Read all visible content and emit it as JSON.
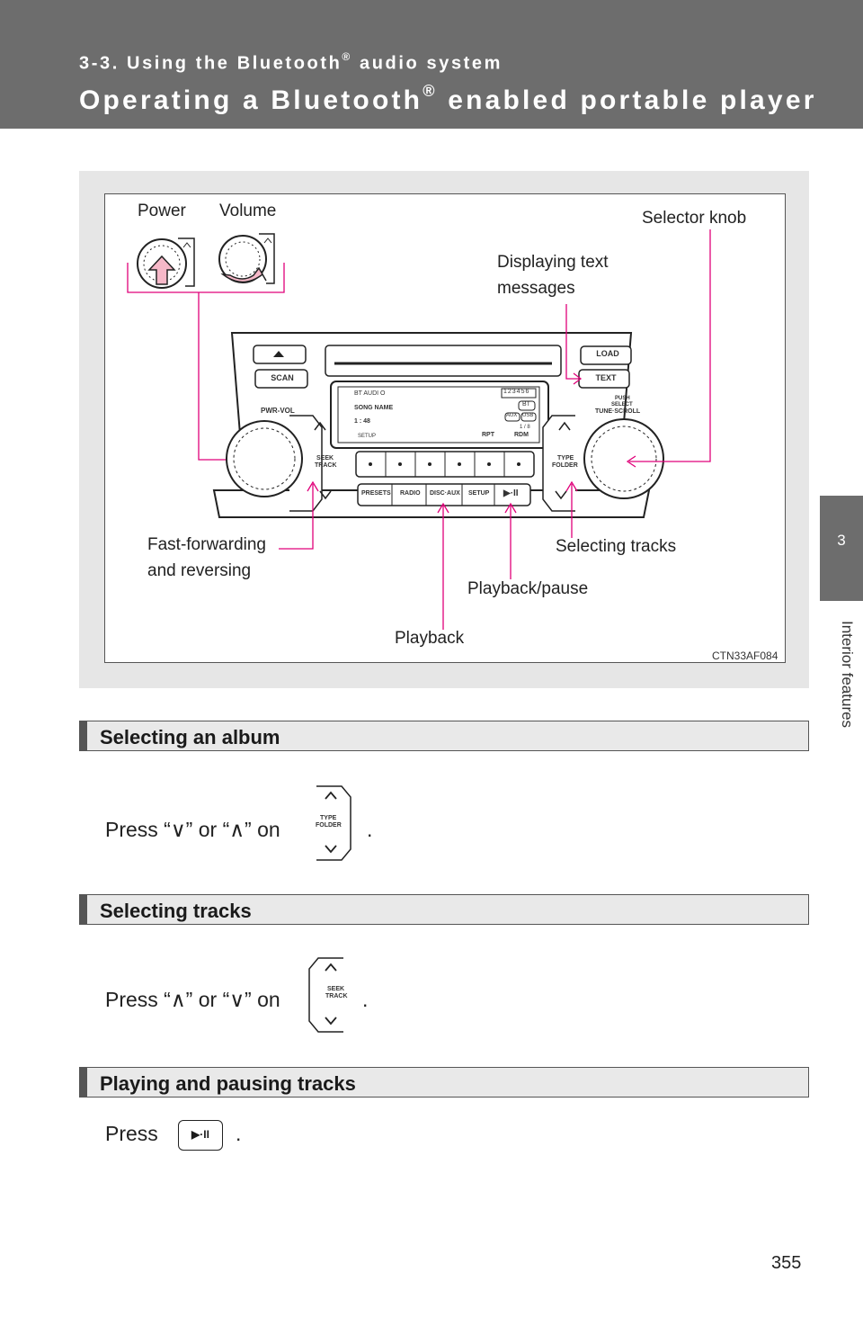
{
  "header": {
    "section_number": "3-3. Using the Bluetooth",
    "section_number_after": " audio system",
    "title": "Operating a Bluetooth",
    "title_after": " enabled portable player",
    "reg_mark": "®"
  },
  "side_tab": {
    "chapter": "3",
    "label": "Interior features"
  },
  "figure": {
    "labels": {
      "power": "Power",
      "volume": "Volume",
      "selector_knob": "Selector knob",
      "displaying_text_line1": "Displaying text",
      "displaying_text_line2": "messages",
      "fast_forward_line1": "Fast-forwarding",
      "fast_forward_line2": "and reversing",
      "selecting_tracks": "Selecting tracks",
      "playback_pause": "Playback/pause",
      "playback": "Playback",
      "figure_code": "CTN33AF084"
    },
    "panel": {
      "load": "LOAD",
      "text": "TEXT",
      "scan": "SCAN",
      "pwr_vol": "PWR-VOL",
      "push_select_1": "PUSH",
      "push_select_2": "SELECT",
      "tune_scroll": "TUNE·SCROLL",
      "seek_1": "SEEK",
      "seek_2": "TRACK",
      "type_1": "TYPE",
      "type_2": "FOLDER",
      "presets": "PRESETS",
      "radio": "RADIO",
      "disc_aux": "DISC·AUX",
      "setup": "SETUP",
      "play_pause": "▶·II",
      "display_bt": "BT  AUDI O",
      "display_song": "SONG NAME",
      "display_time": "1 : 48",
      "display_setup": "SETUP",
      "display_rpt": "RPT",
      "display_rdm": "RDM",
      "display_track": "1 / 8",
      "display_bt_icon": "BT",
      "display_aux": "AUX",
      "display_usb": "USB",
      "display_presets": "123456"
    }
  },
  "sections": [
    {
      "title": "Selecting an album",
      "text_before": "Press “∨” or “∧” on",
      "text_after": ".",
      "button_line1": "TYPE",
      "button_line2": "FOLDER"
    },
    {
      "title": "Selecting tracks",
      "text_before": "Press “∧” or “∨” on",
      "text_after": ".",
      "button_line1": "SEEK",
      "button_line2": "TRACK"
    },
    {
      "title": "Playing and pausing tracks",
      "text_before": "Press",
      "text_after": ".",
      "button_label": "▶·II"
    }
  ],
  "page_number": "355",
  "colors": {
    "header_bg": "#6d6d6d",
    "leader_line": "#e0007a",
    "figure_bg": "#e6e6e6"
  }
}
